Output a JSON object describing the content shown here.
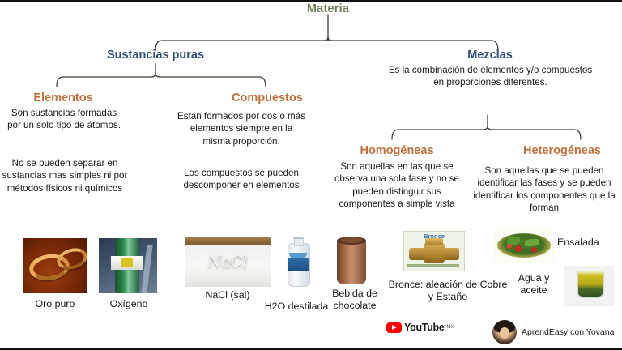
{
  "diagram": {
    "root": {
      "label": "Materia"
    },
    "level1": [
      {
        "label": "Sustancias puras",
        "desc": ""
      },
      {
        "label": "Mezclas",
        "desc": "Es la combinación de elementos y/o compuestos en proporciones diferentes."
      }
    ],
    "level2": [
      {
        "label": "Elementos",
        "desc1": "Son sustancias formadas por un solo tipo de átomos.",
        "desc2": "No se pueden separar en sustancias mas simples ni por métodos físicos ni químicos"
      },
      {
        "label": "Compuestos",
        "desc1": "Están formados por dos o más elementos siempre en la misma proporción.",
        "desc2": "Los compuestos se pueden descomponer en elementos"
      },
      {
        "label": "Homogéneas",
        "desc1": "Son aquellas en las que se observa una sola fase y no se pueden distinguir sus componentes a simple vista",
        "desc2": ""
      },
      {
        "label": "Heterogéneas",
        "desc1": "Son aquellas que se pueden identificar las fases y se pueden identificar los componentes que la forman",
        "desc2": ""
      }
    ],
    "examples": [
      {
        "caption": "Oro puro",
        "icon": "gold-rings-photo"
      },
      {
        "caption": "Oxígeno",
        "icon": "oxygen-cylinder-photo"
      },
      {
        "caption": "NaCl (sal)",
        "icon": "salt-nacl-photo",
        "overlay": "NaCl"
      },
      {
        "caption": "H2O destilada",
        "icon": "distilled-water-bottle-photo"
      },
      {
        "caption": "Bebida de chocolate",
        "icon": "chocolate-drink-photo"
      },
      {
        "caption": "Bronce: aleación de Cobre y Estaño",
        "icon": "bronze-valve-photo",
        "overlay": "Bronce"
      },
      {
        "caption": "Ensalada",
        "icon": "salad-photo"
      },
      {
        "caption": "Agua y aceite",
        "icon": "water-and-oil-glass-photo"
      }
    ]
  },
  "footer": {
    "youtube_label": "YouTube",
    "youtube_region": "MX",
    "brand": "AprendEasy con Yovana"
  },
  "colors": {
    "root": "#6f7f56",
    "level1": "#2e4c7e",
    "level2": "#c0703c",
    "body": "#171717",
    "connector": "#3d3d2e"
  }
}
